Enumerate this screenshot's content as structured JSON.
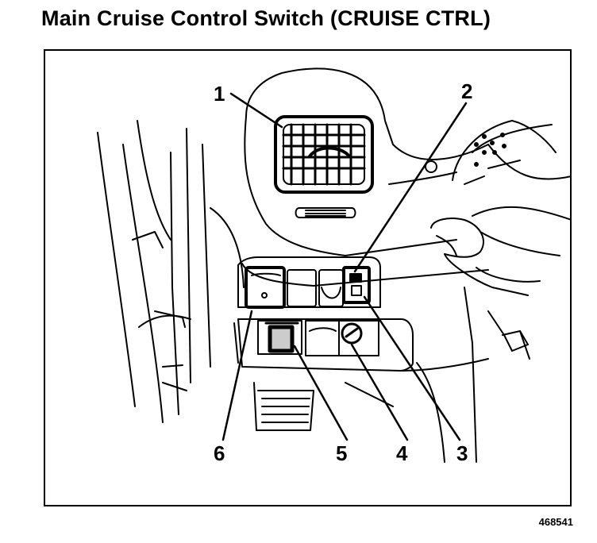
{
  "header": {
    "title": "Main Cruise Control Switch (CRUISE CTRL)"
  },
  "diagram": {
    "callouts": [
      "1",
      "2",
      "3",
      "4",
      "5",
      "6"
    ]
  },
  "footer": {
    "figure_id": "468541"
  }
}
